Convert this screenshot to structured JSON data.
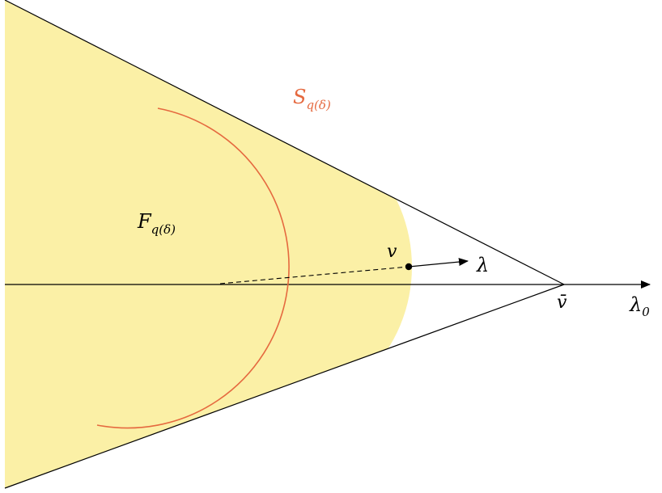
{
  "labels": {
    "region": {
      "main": "F",
      "sub": "q(δ)"
    },
    "sphere": {
      "main": "S",
      "sub": "q(δ)"
    },
    "point_v": "v",
    "vector_lambda": "λ",
    "vertex": "v̄",
    "axis": {
      "main": "λ",
      "sub": "0"
    }
  },
  "colors": {
    "region_fill": "#fbf0a6",
    "sphere_stroke": "#e5693f",
    "sphere_label": "#e5693f",
    "lines": "#000000"
  }
}
